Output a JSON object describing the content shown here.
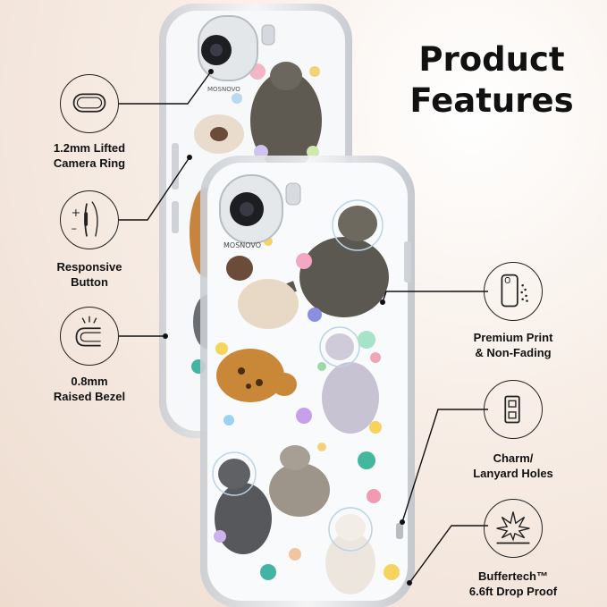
{
  "header": {
    "line1": "Product",
    "line2": "Features"
  },
  "brand": {
    "back": "MOSNOVO",
    "front": "MOSNOVO"
  },
  "features": {
    "camera_ring": {
      "line1": "1.2mm Lifted",
      "line2": "Camera Ring",
      "icon": "camera-ring-icon"
    },
    "responsive_button": {
      "line1": "Responsive",
      "line2": "Button",
      "icon": "button-press-icon"
    },
    "raised_bezel": {
      "line1": "0.8mm",
      "line2": "Raised Bezel",
      "icon": "bezel-edge-icon"
    },
    "premium_print": {
      "line1": "Premium Print",
      "line2": "& Non-Fading",
      "icon": "phone-print-icon"
    },
    "lanyard": {
      "line1": "Charm/",
      "line2": "Lanyard Holes",
      "icon": "lanyard-hole-icon"
    },
    "buffertech": {
      "line1": "Buffertech™",
      "line2": "6.6ft Drop Proof",
      "icon": "shock-absorb-icon"
    }
  },
  "colors": {
    "text": "#111111",
    "line": "#222222",
    "case": "#d9dde2"
  }
}
